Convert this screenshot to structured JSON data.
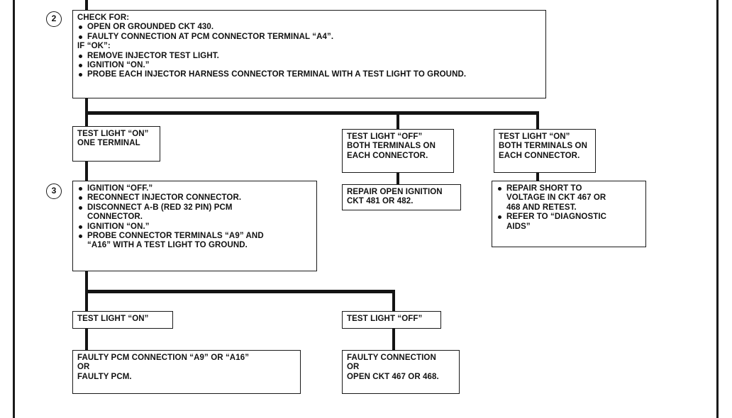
{
  "step_markers": {
    "step2": "2",
    "step3": "3"
  },
  "box_check": {
    "heading": "CHECK FOR:",
    "items1": [
      "OPEN OR GROUNDED CKT 430.",
      "FAULTY CONNECTION AT PCM CONNECTOR TERMINAL “A4”."
    ],
    "if_ok": "IF “OK”:",
    "items2": [
      "REMOVE INJECTOR TEST LIGHT.",
      "IGNITION “ON.”",
      "PROBE EACH  INJECTOR HARNESS CONNECTOR TERMINAL WITH A TEST LIGHT TO GROUND."
    ]
  },
  "box_on_one": [
    "TEST LIGHT “ON”",
    "ONE TERMINAL"
  ],
  "box_off_both": [
    "TEST LIGHT “OFF”",
    "BOTH TERMINALS ON",
    "EACH CONNECTOR."
  ],
  "box_on_both": [
    "TEST LIGHT “ON”",
    "BOTH TERMINALS ON",
    "EACH CONNECTOR."
  ],
  "box_repair_open": [
    "REPAIR OPEN IGNITION",
    "CKT 481 OR 482."
  ],
  "box_repair_short": {
    "item1": [
      "REPAIR SHORT TO",
      "VOLTAGE IN CKT 467 OR",
      "468 AND RETEST."
    ],
    "item2": [
      "REFER TO “DIAGNOSTIC",
      "AIDS”"
    ]
  },
  "box_step3": {
    "item1": "IGNITION “OFF.”",
    "item2": "RECONNECT INJECTOR CONNECTOR.",
    "item3": [
      "DISCONNECT A-B (RED 32 PIN) PCM",
      "CONNECTOR."
    ],
    "item4": "IGNITION “ON.”",
    "item5": [
      "PROBE CONNECTOR TERMINALS “A9” AND",
      "“A16” WITH A TEST LIGHT TO GROUND."
    ]
  },
  "box_light_on": "TEST LIGHT “ON”",
  "box_light_off": "TEST LIGHT “OFF”",
  "box_faulty_pcm": [
    "FAULTY PCM CONNECTION “A9” OR “A16”",
    "OR",
    "FAULTY PCM."
  ],
  "box_faulty_conn": [
    "FAULTY CONNECTION",
    "OR",
    "OPEN CKT 467 OR 468."
  ]
}
